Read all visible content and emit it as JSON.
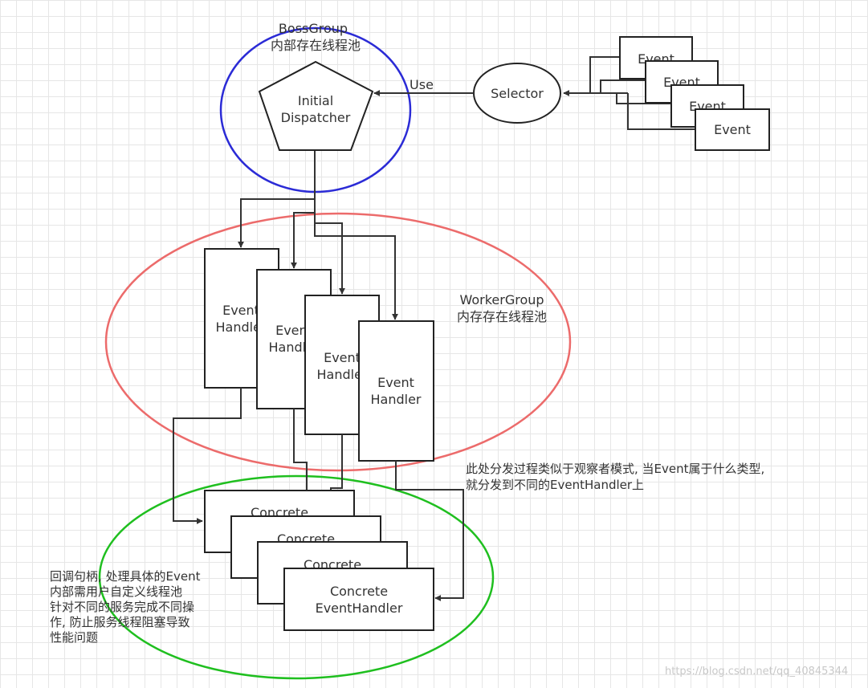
{
  "boss_group": {
    "title": "BossGroup",
    "subtitle": "内部存在线程池",
    "color": "#2b2bd6"
  },
  "worker_group": {
    "title": "WorkerGroup",
    "subtitle": "内存存在线程池",
    "color": "#ec6b6b"
  },
  "concrete_group": {
    "color": "#1fbf1f"
  },
  "initial_dispatcher": {
    "line1": "Initial",
    "line2": "Dispatcher"
  },
  "selector": {
    "label": "Selector"
  },
  "use_label": "Use",
  "events": [
    "Event",
    "Event",
    "Event",
    "Event"
  ],
  "event_handlers": [
    {
      "line1": "Event",
      "line2": "Handler"
    },
    {
      "line1": "Event",
      "line2": "Handler"
    },
    {
      "line1": "Event",
      "line2": "Handler"
    },
    {
      "line1": "Event",
      "line2": "Handler"
    }
  ],
  "concrete_handlers": [
    {
      "line1": "Concrete",
      "line2": ""
    },
    {
      "line1": "Concrete",
      "line2": ""
    },
    {
      "line1": "Concrete",
      "line2": ""
    },
    {
      "line1": "Concrete",
      "line2": "EventHandler"
    }
  ],
  "notes": {
    "dispatch": "此处分发过程类似于观察者模式, 当Event属于什么类型,\n就分发到不同的EventHandler上",
    "callback": "回调句柄, 处理具体的Event\n内部需用户自定义线程池\n针对不同的服务完成不同操\n作, 防止服务线程阻塞导致\n性能问题"
  },
  "watermark": "https://blog.csdn.net/qq_40845344"
}
